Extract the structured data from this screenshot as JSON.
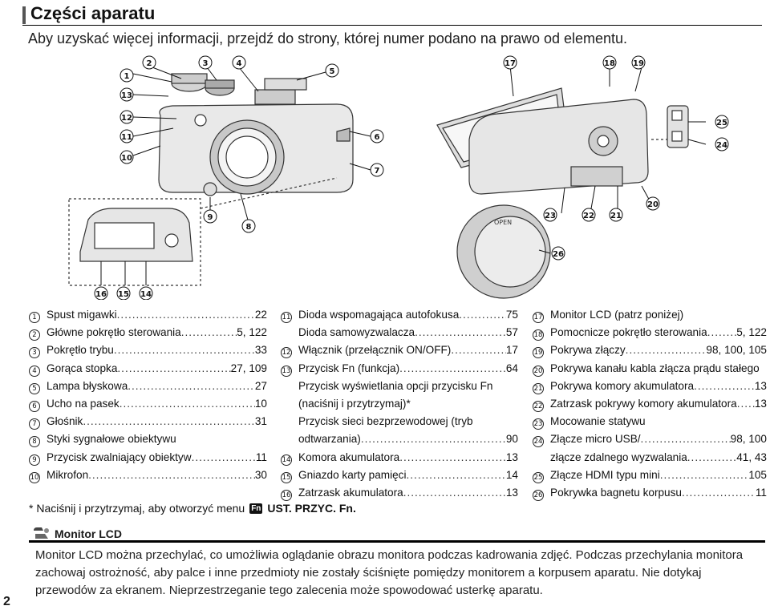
{
  "header": {
    "title": "Części aparatu",
    "subtitle": "Aby uzyskać więcej informacji, przejdź do strony, której numer podano na prawo od elementu."
  },
  "figure": {
    "callouts": [
      "1",
      "2",
      "3",
      "4",
      "5",
      "6",
      "7",
      "8",
      "9",
      "10",
      "11",
      "12",
      "13",
      "14",
      "15",
      "16",
      "17",
      "18",
      "19",
      "20",
      "21",
      "22",
      "23",
      "24",
      "25",
      "26"
    ],
    "body_cap_text": "OPEN"
  },
  "parts": {
    "col1": [
      {
        "num": "1",
        "label": "Spust migawki",
        "page": "22"
      },
      {
        "num": "2",
        "label": "Główne pokrętło sterowania",
        "page": "5, 122"
      },
      {
        "num": "3",
        "label": "Pokrętło trybu",
        "page": "33"
      },
      {
        "num": "4",
        "label": "Gorąca stopka",
        "page": "27, 109"
      },
      {
        "num": "5",
        "label": "Lampa błyskowa",
        "page": "27"
      },
      {
        "num": "6",
        "label": "Ucho na pasek",
        "page": "10"
      },
      {
        "num": "7",
        "label": "Głośnik",
        "page": "31"
      },
      {
        "num": "8",
        "label": "Styki sygnałowe obiektywu",
        "page": ""
      },
      {
        "num": "9",
        "label": "Przycisk zwalniający obiektyw",
        "page": "11"
      },
      {
        "num": "10",
        "label": "Mikrofon",
        "page": "30"
      }
    ],
    "col2": [
      {
        "num": "11",
        "label": "Dioda wspomagająca autofokusa",
        "page": "75"
      },
      {
        "num": "",
        "label": "Dioda samowyzwalacza",
        "page": "57"
      },
      {
        "num": "12",
        "label": "Włącznik (przełącznik ON/OFF)",
        "page": "17"
      },
      {
        "num": "13",
        "label": "Przycisk Fn (funkcja)",
        "page": "64"
      },
      {
        "num": "",
        "label": "Przycisk wyświetlania opcji przycisku Fn",
        "page": ""
      },
      {
        "num": "",
        "label": "(naciśnij i przytrzymaj)*",
        "page": ""
      },
      {
        "num": "",
        "label": "Przycisk sieci bezprzewodowej (tryb",
        "page": ""
      },
      {
        "num": "",
        "label": "odtwarzania)",
        "page": "90"
      },
      {
        "num": "14",
        "label": "Komora akumulatora",
        "page": "13"
      },
      {
        "num": "15",
        "label": "Gniazdo karty pamięci",
        "page": "14"
      },
      {
        "num": "16",
        "label": "Zatrzask akumulatora",
        "page": "13"
      }
    ],
    "col3": [
      {
        "num": "17",
        "label": "Monitor LCD (patrz poniżej)",
        "page": ""
      },
      {
        "num": "18",
        "label": "Pomocnicze pokrętło sterowania",
        "page": "5, 122"
      },
      {
        "num": "19",
        "label": "Pokrywa złączy",
        "page": "98, 100, 105"
      },
      {
        "num": "20",
        "label": "Pokrywa kanału kabla złącza prądu stałego",
        "page": ""
      },
      {
        "num": "21",
        "label": "Pokrywa komory akumulatora",
        "page": "13"
      },
      {
        "num": "22",
        "label": "Zatrzask pokrywy komory akumulatora",
        "page": "13"
      },
      {
        "num": "23",
        "label": "Mocowanie statywu",
        "page": ""
      },
      {
        "num": "24",
        "label": "Złącze micro USB/",
        "page": "98, 100"
      },
      {
        "num": "",
        "label": "złącze zdalnego wyzwalania",
        "page": "41, 43"
      },
      {
        "num": "25",
        "label": "Złącze HDMI typu mini",
        "page": "105"
      },
      {
        "num": "26",
        "label": "Pokrywka bagnetu korpusu",
        "page": "11"
      }
    ]
  },
  "footnote": {
    "text": "* Naciśnij i przytrzymaj, aby otworzyć menu",
    "badge": "Fn",
    "menu": "UST. PRZYC. Fn."
  },
  "note": {
    "heading": "Monitor LCD",
    "text": "Monitor LCD można przechylać, co umożliwia oglądanie obrazu monitora podczas kadrowania zdjęć. Podczas przechylania monitora zachowaj ostrożność, aby palce i inne przedmioty nie zostały ściśnięte pomiędzy monitorem a korpusem aparatu. Nie dotykaj przewodów za ekranem. Nieprzestrzeganie tego zalecenia może spowodować usterkę aparatu."
  },
  "page_number": "2"
}
